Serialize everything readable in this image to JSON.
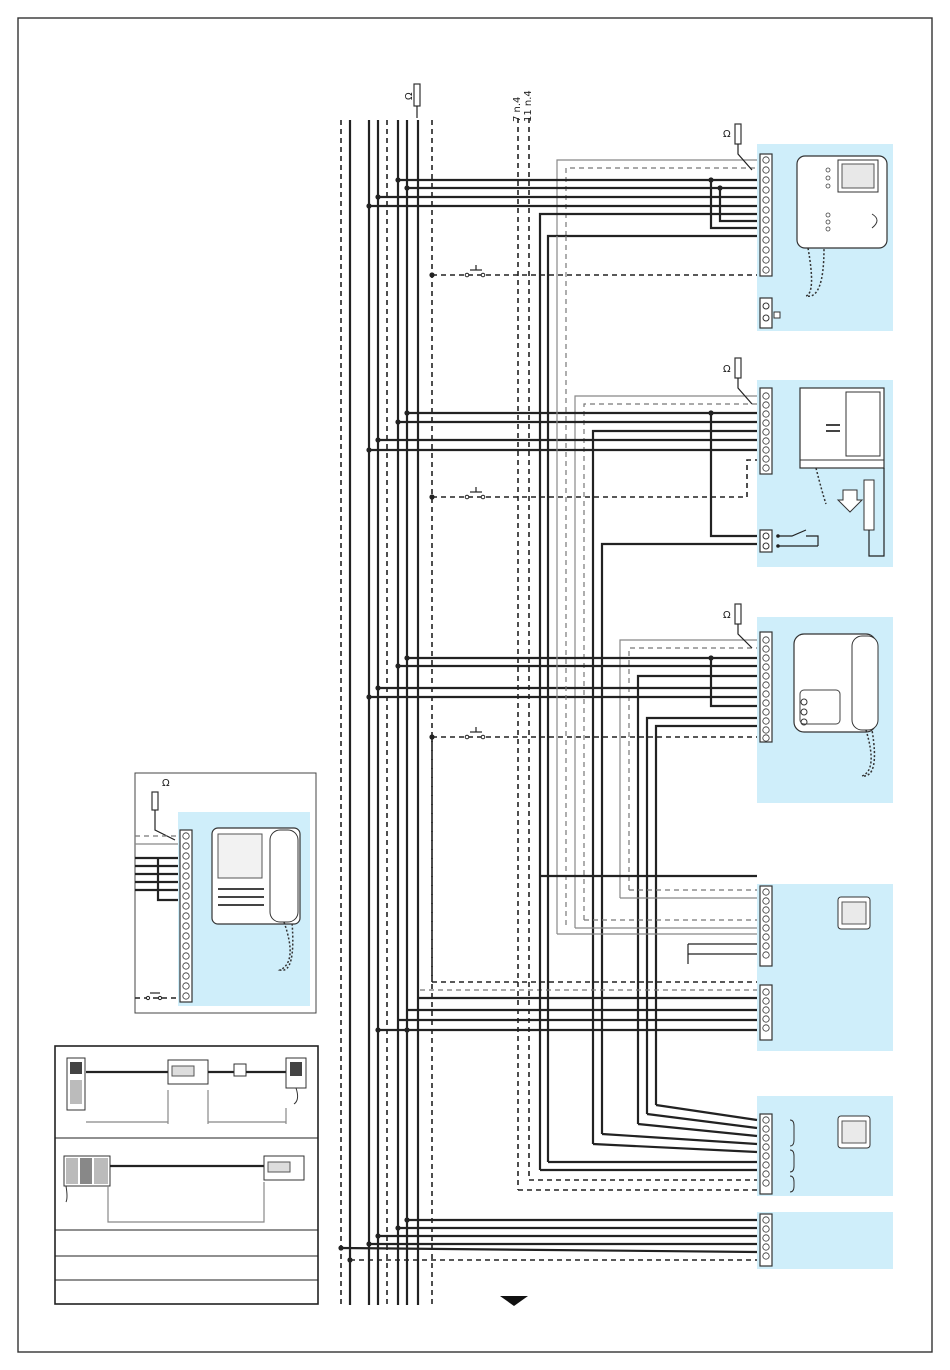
{
  "labels": {
    "ohm": "Ω",
    "bus_a": "7 n.4",
    "bus_b": "11 n.4"
  },
  "icons": {
    "down_arrow": "black-down-triangle-icon"
  },
  "colors": {
    "panel": "#cfeefa",
    "wire": "#222222",
    "frame": "#333333"
  }
}
